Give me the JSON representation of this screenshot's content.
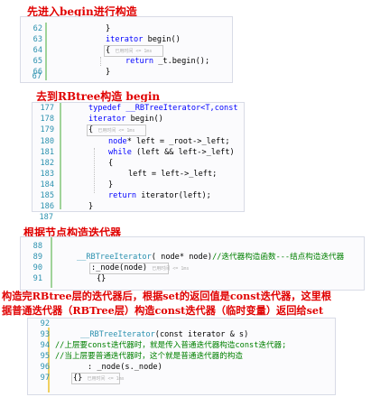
{
  "notes": {
    "n1": "先进入begin进行构造",
    "n2": "去到RBtree构造  begin",
    "n3": "根据节点构造迭代器",
    "n4a": "构造完RBtree层的迭代器后，根据set的返回值是const迭代器，这里根",
    "n4b": "据普通迭代器（RBTree层）构造const迭代器（临时变量）返回给set"
  },
  "panel1": {
    "lines": [
      {
        "n": "62",
        "text": "}"
      },
      {
        "n": "63",
        "kw": "iterator",
        "rest": " begin()"
      },
      {
        "n": "64",
        "text": "{",
        "hint": "已用时间 <= 1ms"
      },
      {
        "n": "65",
        "kw": "return",
        "rest": " _t.begin();"
      },
      {
        "n": "66",
        "text": "}"
      },
      {
        "n": "67",
        "text": ""
      }
    ]
  },
  "panel2": {
    "lines": [
      {
        "n": "177",
        "text": "typedef  __RBTreeIterator<T,const"
      },
      {
        "n": "178",
        "kw": "iterator",
        "rest": " begin()"
      },
      {
        "n": "179",
        "text": "{",
        "hint": "已用时间 <= 1ms"
      },
      {
        "n": "180",
        "kw": "node",
        "rest": "* left = _root->_left;"
      },
      {
        "n": "181",
        "kw": "while",
        "rest": " (left && left->_left)"
      },
      {
        "n": "182",
        "text": "{"
      },
      {
        "n": "183",
        "text": "left = left->_left;"
      },
      {
        "n": "184",
        "text": "}"
      },
      {
        "n": "185",
        "kw": "return",
        "rest": " iterator(left);"
      },
      {
        "n": "186",
        "text": "}"
      },
      {
        "n": "187",
        "text": ""
      }
    ]
  },
  "panel3": {
    "lines": [
      {
        "n": "88",
        "text": ""
      },
      {
        "n": "89",
        "type": "__RBTreeIterator",
        "args": "( node* node)",
        "comment": "//迭代器构造函数---结点构造迭代器"
      },
      {
        "n": "90",
        "text": ":_node(node)",
        "hint": "已用时间 <= 1ms"
      },
      {
        "n": "91",
        "text": "{}"
      }
    ]
  },
  "panel4": {
    "lines": [
      {
        "n": "92",
        "text": ""
      },
      {
        "n": "93",
        "type": "__RBTreeIterator",
        "args": "(const iterator & s)"
      },
      {
        "n": "94",
        "comment": "//上层要const迭代器时，就是传入普通迭代器构造const迭代器;"
      },
      {
        "n": "95",
        "comment": "//当上层要普通迭代器时，这个就是普通迭代器的构造"
      },
      {
        "n": "96",
        "text": ": _node(s._node)"
      },
      {
        "n": "97",
        "text": "{}",
        "hint": "已用时间 <= 1ms"
      }
    ]
  }
}
